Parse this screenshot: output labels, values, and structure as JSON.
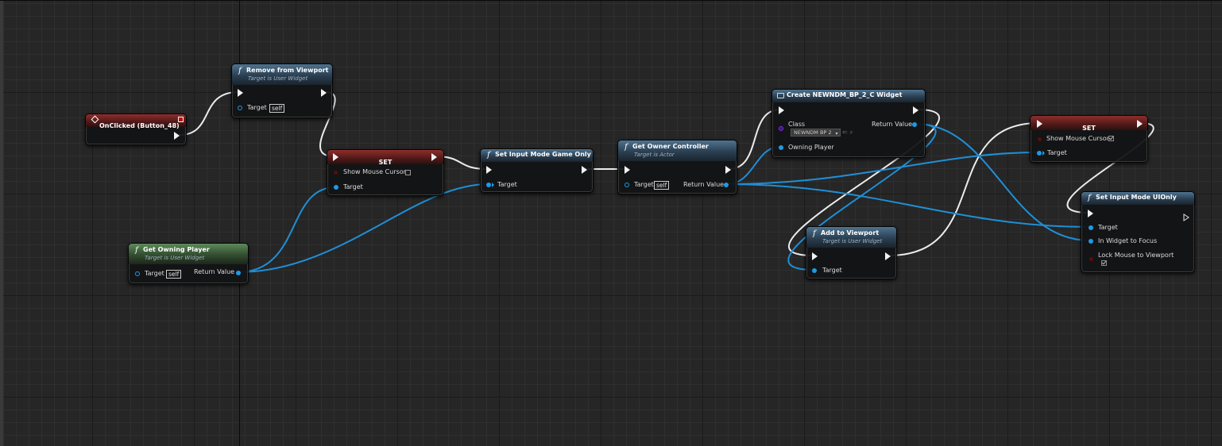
{
  "colors": {
    "exec_wire": "#ececec",
    "object_wire": "#1f8fd6",
    "function_header": "#4e7390",
    "pure_function_header": "#5d8a59",
    "event_header": "#8e2e2c",
    "class_pin": "#7a2ef0"
  },
  "nodes": {
    "on_clicked": {
      "title": "OnClicked (Button_48)",
      "icon": "event-diamond-icon"
    },
    "remove_from_viewport": {
      "title": "Remove from Viewport",
      "subtitle": "Target is User Widget",
      "target_label": "Target",
      "target_value": "self",
      "icon": "function-icon"
    },
    "set_1": {
      "title": "SET",
      "show_mouse_cursor_label": "Show Mouse Cursor",
      "show_mouse_cursor_checked": false,
      "target_label": "Target"
    },
    "set_input_mode_game_only": {
      "title": "Set Input Mode Game Only",
      "target_label": "Target",
      "icon": "function-icon"
    },
    "get_owner_controller": {
      "title": "Get Owner Controller",
      "subtitle": "Target is Actor",
      "target_label": "Target",
      "target_value": "self",
      "return_label": "Return Value",
      "icon": "function-icon"
    },
    "create_widget": {
      "title": "Create NEWNDM_BP_2_C Widget",
      "class_label": "Class",
      "class_value": "NEWNDM BP 2",
      "owning_player_label": "Owning Player",
      "return_label": "Return Value",
      "icon": "widget-icon"
    },
    "set_2": {
      "title": "SET",
      "show_mouse_cursor_label": "Show Mouse Cursor",
      "show_mouse_cursor_checked": true,
      "target_label": "Target"
    },
    "set_input_mode_ui_only": {
      "title": "Set Input Mode UIOnly",
      "target_label": "Target",
      "in_widget_label": "In Widget to Focus",
      "lock_mouse_label": "Lock Mouse to Viewport",
      "lock_mouse_checked": true,
      "icon": "function-icon"
    },
    "add_to_viewport": {
      "title": "Add to Viewport",
      "subtitle": "Target is User Widget",
      "target_label": "Target",
      "icon": "function-icon"
    },
    "get_owning_player": {
      "title": "Get Owning Player",
      "subtitle": "Target is User Widget",
      "target_label": "Target",
      "target_value": "self",
      "return_label": "Return Value",
      "icon": "function-icon"
    }
  }
}
